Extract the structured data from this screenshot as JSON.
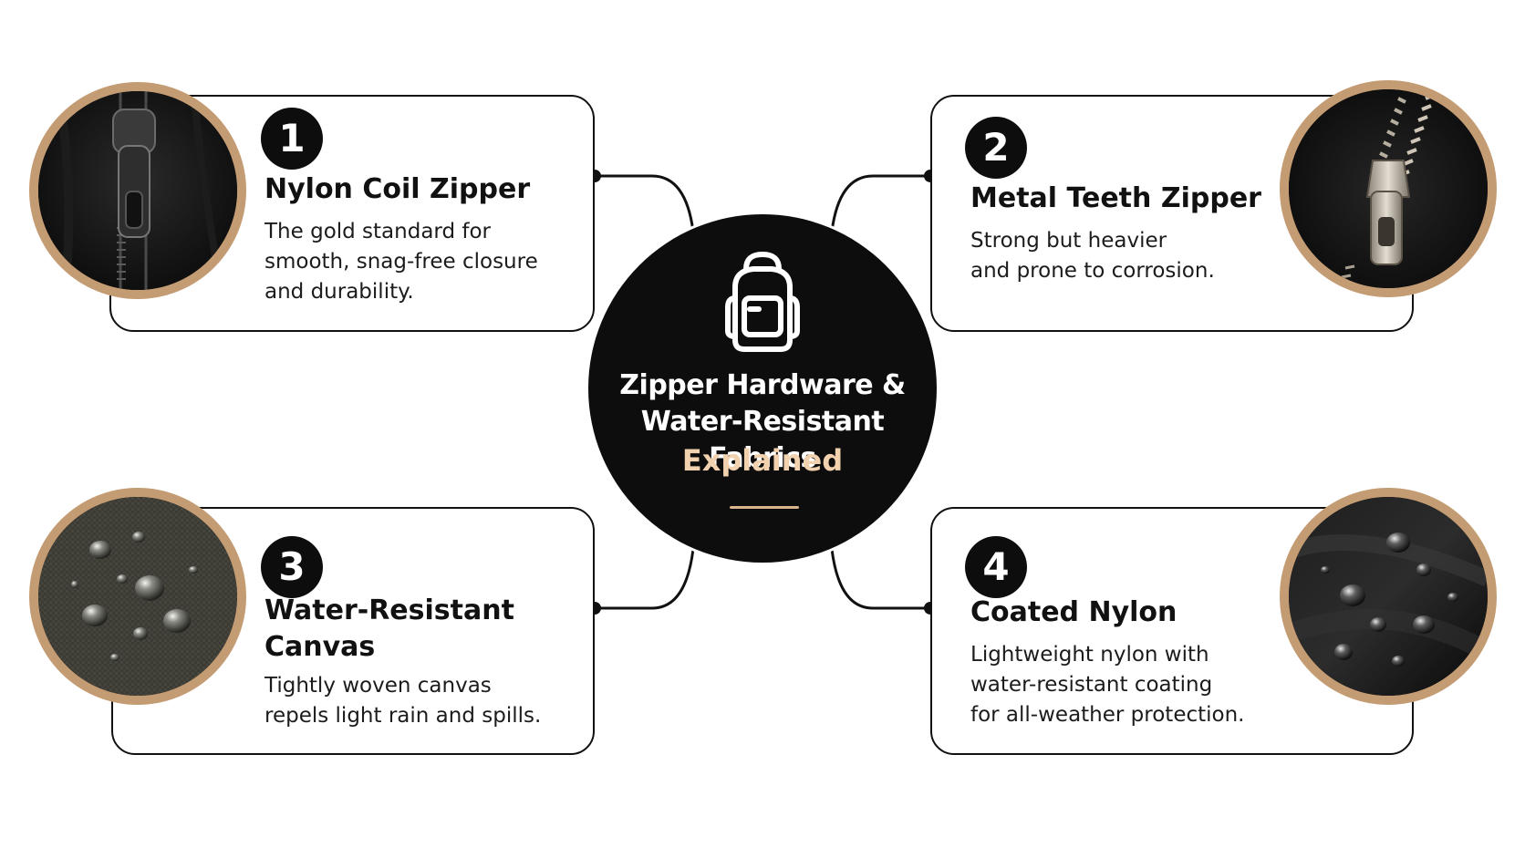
{
  "center": {
    "title_line1": "Zipper Hardware &",
    "title_line2": "Water-Resistant Fabrics",
    "accent": "Explained",
    "icon": "backpack-icon"
  },
  "cards": [
    {
      "number": "1",
      "title": "Nylon Coil Zipper",
      "description": "The gold standard for\nsmooth, snag-free closure\nand durability.",
      "image": "nylon-coil-zipper-photo"
    },
    {
      "number": "2",
      "title": "Metal Teeth Zipper",
      "description": "Strong but heavier\nand prone to corrosion.",
      "image": "metal-teeth-zipper-photo"
    },
    {
      "number": "3",
      "title": "Water-Resistant\nCanvas",
      "description": "Tightly woven canvas\nrepels light rain and spills.",
      "image": "water-droplets-canvas-photo"
    },
    {
      "number": "4",
      "title": "Coated Nylon",
      "description": "Lightweight nylon with\nwater-resistant coating\nfor all-weather protection.",
      "image": "water-droplets-nylon-photo"
    }
  ],
  "colors": {
    "ink": "#111111",
    "photo_ring": "#c49c74",
    "accent": "#f1d1ae",
    "hub": "#0d0d0d"
  }
}
